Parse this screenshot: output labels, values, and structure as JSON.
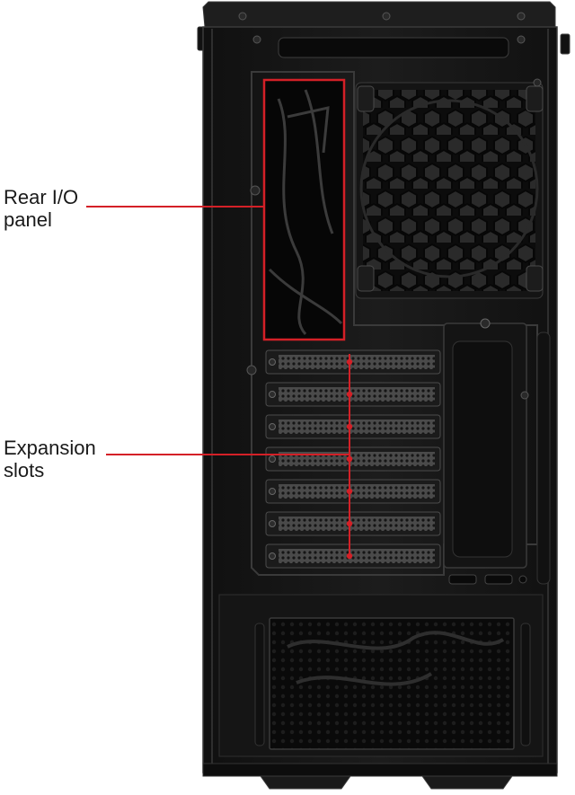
{
  "annotations": {
    "rear_io": {
      "line1": "Rear I/O",
      "line2": "panel"
    },
    "expansion": {
      "line1": "Expansion",
      "line2": "slots"
    },
    "highlight_color": "#d42027"
  },
  "case": {
    "color": "#151515",
    "expansion_slot_count": 7
  },
  "icons": [
    "thumbscrew-icon",
    "honeycomb-mesh",
    "fan-grill"
  ]
}
